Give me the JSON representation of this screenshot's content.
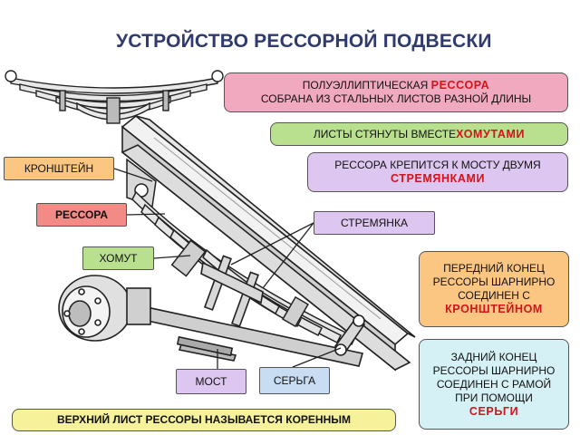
{
  "title": "УСТРОЙСТВО РЕССОРНОЙ ПОДВЕСКИ",
  "boxes": {
    "semi_elliptic": {
      "line1_text": "ПОЛУЭЛЛИПТИЧЕСКАЯ ",
      "line1_red": "РЕССОРА",
      "line2": "СОБРАНА ИЗ СТАЛЬНЫХ ЛИСТОВ РАЗНОЙ ДЛИНЫ"
    },
    "clamps": {
      "text": "ЛИСТЫ СТЯНУТЫ ВМЕСТЕ ",
      "red": "ХОМУТАМИ"
    },
    "u_bolts": {
      "line1": "РЕССОРА КРЕПИТСЯ К МОСТУ ДВУМЯ",
      "red": "СТРЕМЯНКАМИ"
    },
    "front_end": {
      "line1": "ПЕРЕДНИЙ КОНЕЦ",
      "line2": "РЕССОРЫ ШАРНИРНО",
      "line3": "СОЕДИНЕН С",
      "red": "КРОНШТЕЙНОМ"
    },
    "rear_end": {
      "line1": "ЗАДНИЙ КОНЕЦ",
      "line2": "РЕССОРЫ ШАРНИРНО",
      "line3": "СОЕДИНЕН С РАМОЙ",
      "line4": "ПРИ ПОМОЩИ",
      "red": "СЕРЬГИ"
    },
    "main_leaf": {
      "text": "ВЕРХНИЙ ЛИСТ РЕССОРЫ НАЗЫВАЕТСЯ КОРЕННЫМ"
    }
  },
  "labels": {
    "bracket": "КРОНШТЕЙН",
    "spring": "РЕССОРА",
    "u_bolt": "СТРЕМЯНКА",
    "clamp": "ХОМУТ",
    "axle": "МОСТ",
    "shackle": "СЕРЬГА"
  },
  "colors": {
    "title": "#2f3a6e",
    "accent_red": "#d2151c",
    "semi_elliptic_bg": "#f1a9c0",
    "clamps_bg": "#b9e08e",
    "u_bolts_bg": "#ddc6ef",
    "front_end_bg": "#fbc682",
    "rear_end_bg": "#d6f1f6",
    "main_leaf_bg": "#f6f29c",
    "bracket_bg": "#fbc682",
    "spring_bg": "#f28a86",
    "u_bolt_bg": "#ddc6ef",
    "clamp_bg": "#b9e08e",
    "axle_bg": "#ddc6ef",
    "shackle_bg": "#c8dcf2"
  }
}
